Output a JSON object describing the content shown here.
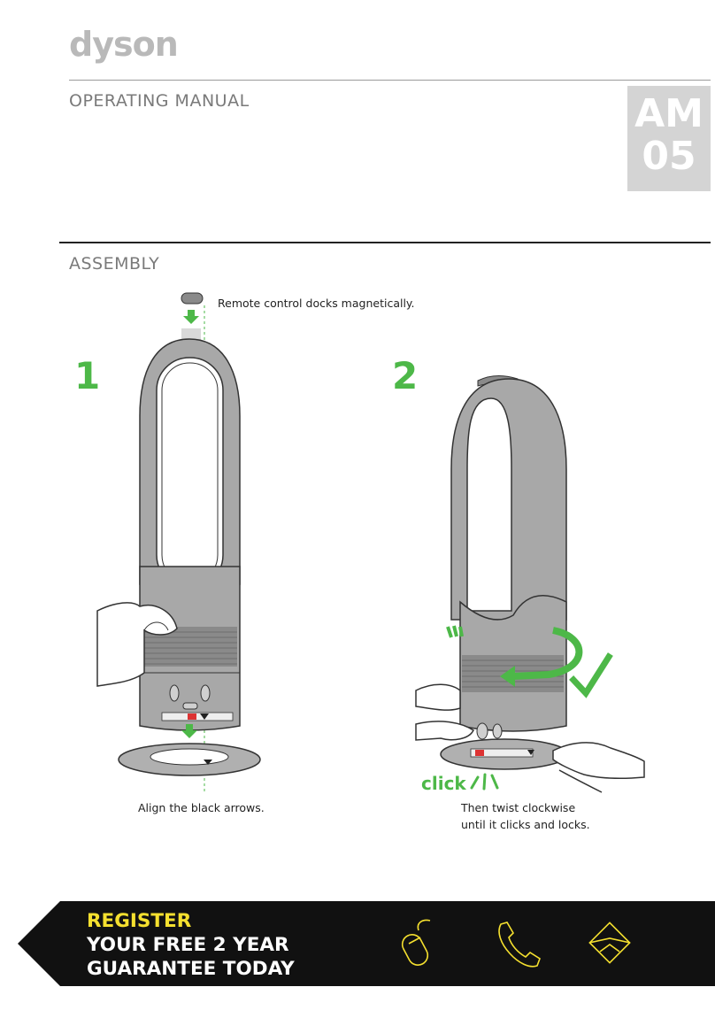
{
  "header": {
    "brand": "dyson",
    "manual_title": "OPERATING MANUAL",
    "model_line1": "AM",
    "model_line2": "05"
  },
  "section": {
    "title": "ASSEMBLY"
  },
  "steps": [
    {
      "number": "1",
      "remote_note": "Remote control docks magnetically.",
      "caption": "Align the black arrows."
    },
    {
      "number": "2",
      "click_label": "click",
      "caption_line1": "Then twist clockwise",
      "caption_line2": "until it clicks and locks."
    }
  ],
  "banner": {
    "line1": "REGISTER",
    "line2": "YOUR FREE 2 YEAR",
    "line3": "GUARANTEE TODAY",
    "icons": [
      "mouse-icon",
      "phone-icon",
      "envelope-icon"
    ],
    "accent_color": "#f5e02f",
    "background_color": "#111111"
  },
  "colors": {
    "green": "#4db848",
    "fan_grey": "#a8a8a8",
    "header_grey": "#d4d4d4"
  }
}
